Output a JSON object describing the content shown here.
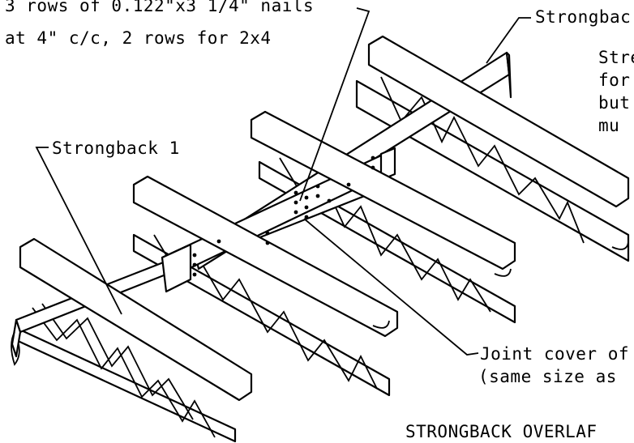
{
  "labels": {
    "nails_line1": "3 rows of 0.122\"x3 1/4\" nails",
    "nails_line2": "at 4\" c/c, 2 rows for 2x4",
    "strongback_2": "Strongbac",
    "strongback_1": "Strongback 1",
    "note_line1": "Stre",
    "note_line2": "for",
    "note_line3": "but",
    "note_line4": "mu",
    "joint_line1": "Joint cover of",
    "joint_line2": "(same size as",
    "caption": "STRONGBACK OVERLAF"
  },
  "colors": {
    "ink": "#000000",
    "paper": "#ffffff"
  }
}
